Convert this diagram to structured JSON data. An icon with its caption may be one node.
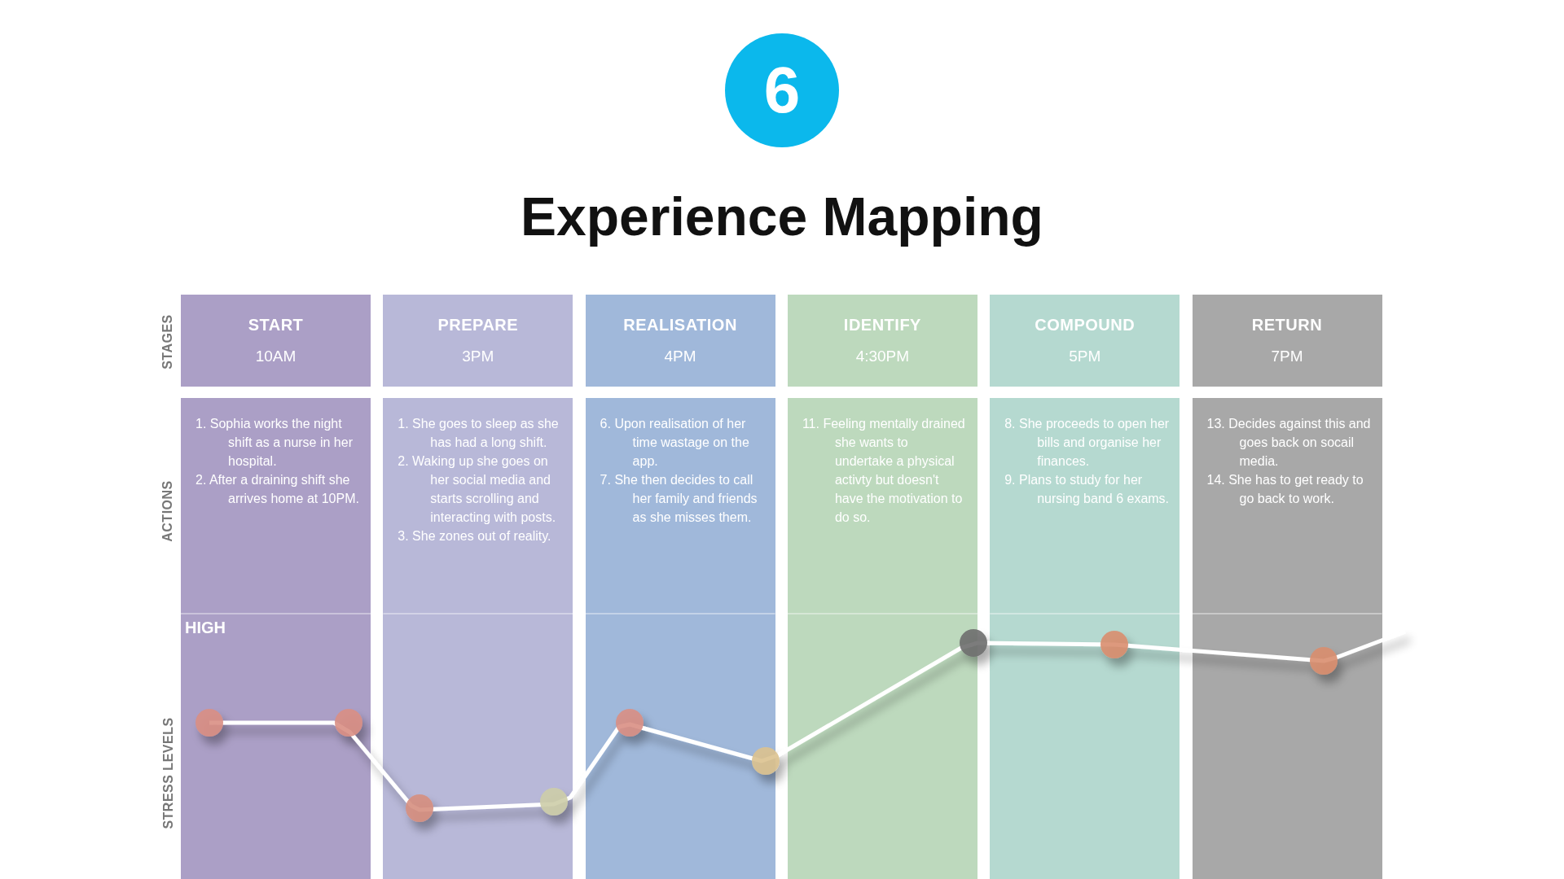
{
  "diagram": {
    "title": "Experience Mapping",
    "nodes": [
      {
        "text": [
          "6"
        ]
      },
      {
        "text": [
          "START",
          "10AM"
        ]
      },
      {
        "text": [
          "PREPARE",
          "3PM"
        ]
      },
      {
        "text": [
          "REALISATION",
          "4PM"
        ]
      },
      {
        "text": [
          "IDENTIFY",
          "4:30PM"
        ]
      },
      {
        "text": [
          "COMPOUND",
          "5PM"
        ]
      },
      {
        "text": [
          "RETURN",
          "7PM"
        ]
      },
      {
        "text": [
          "1. Sophia works the night shift as a nurse in her hospital.",
          "2. After a draining shift she arrives home at 10PM."
        ]
      },
      {
        "text": [
          "1. She goes to sleep as she has had a long shift.",
          "2. Waking up she goes on her social media and starts scrolling and interacting with posts.",
          "3. She zones out of reality."
        ]
      },
      {
        "text": [
          "6. Upon realisation of her time wastage on the app.",
          "7. She then decides to call her family and friends as she misses them."
        ]
      },
      {
        "text": [
          "11. Feeling mentally drained she wants to undertake a physical activty but doesn't have the motivation to do so."
        ]
      },
      {
        "text": [
          "8. She proceeds to open her bills and organise her finances.",
          "9. Plans to study for her nursing band 6 exams."
        ]
      },
      {
        "text": [
          "13. Decides against this and goes back on socail media.",
          "14. She has to get ready to go back to work."
        ]
      }
    ],
    "labels": [
      "STAGES",
      "ACTIONS",
      "HIGH",
      "STRESS LEVELS"
    ]
  }
}
